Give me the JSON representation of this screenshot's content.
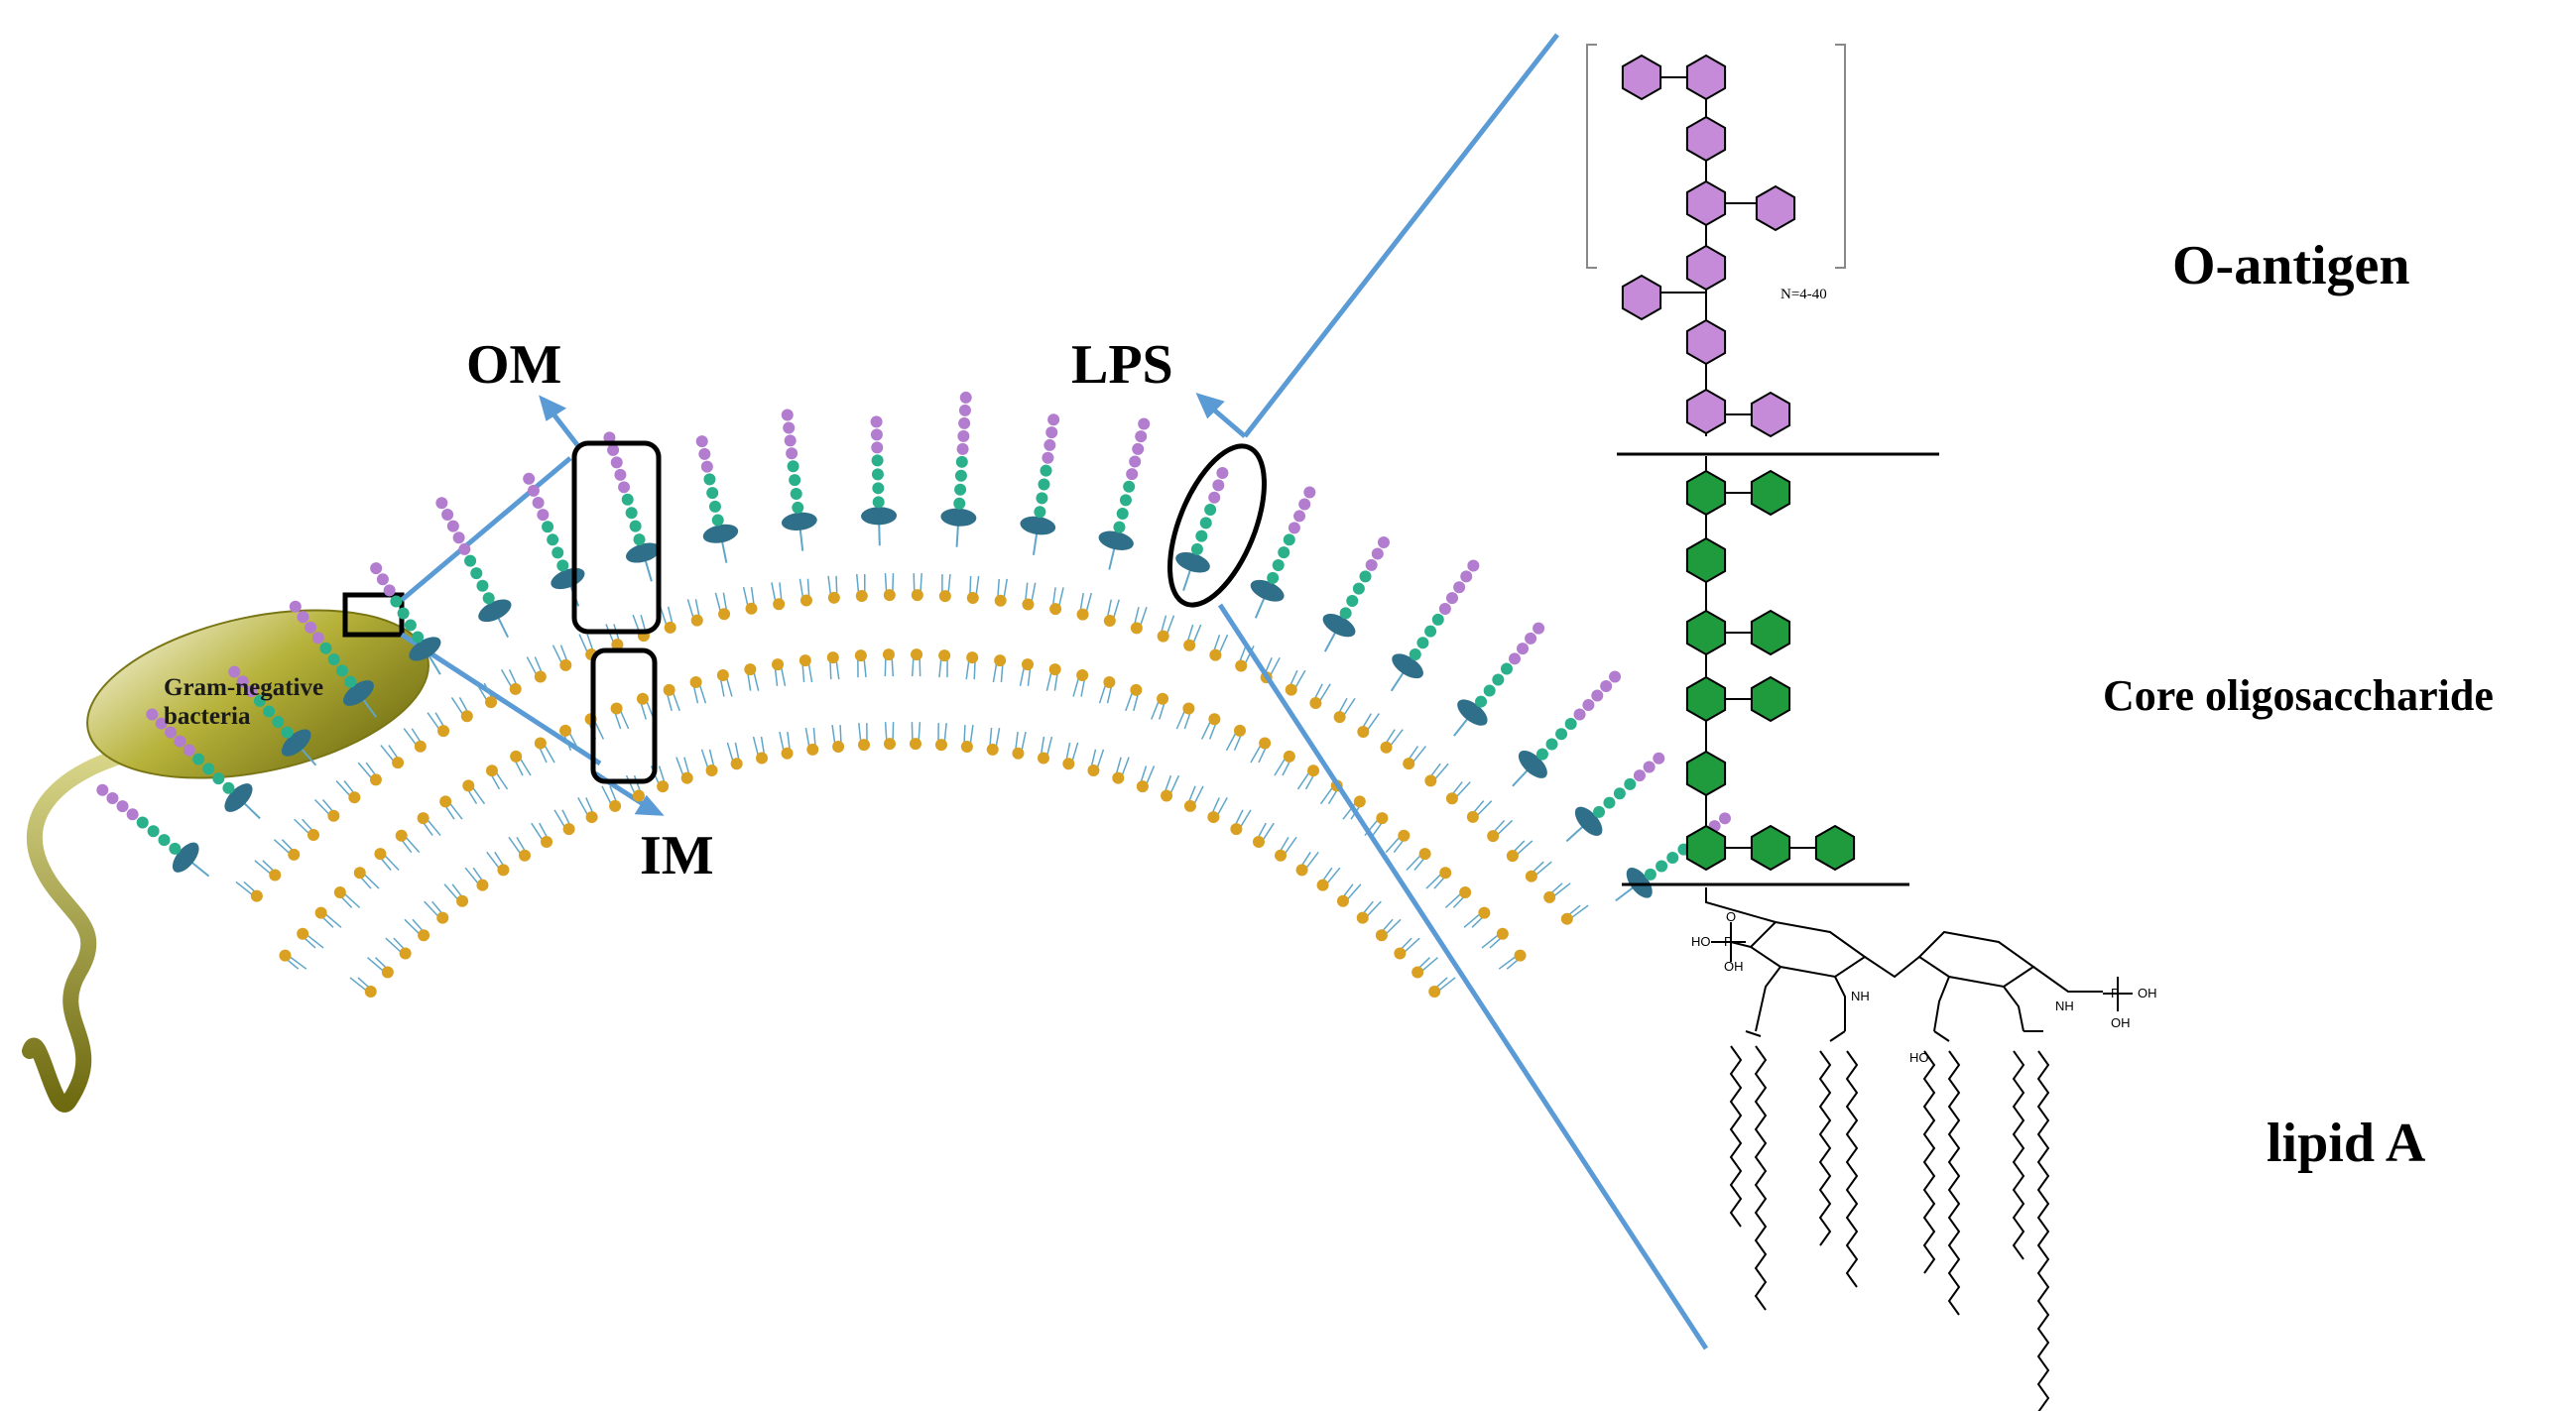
{
  "labels": {
    "om": "OM",
    "im": "IM",
    "lps": "LPS",
    "bacteria": "Gram-negative bacteria",
    "o_antigen": "O-antigen",
    "core": "Core oligosaccharide",
    "lipid_a": "lipid A",
    "repeat_n": "N=4-40"
  },
  "chem_labels": {
    "ho1": "HO",
    "p1": "P",
    "o_p1a": "O",
    "oh1": "OH",
    "nh1": "NH",
    "nh2": "NH",
    "p2": "P",
    "oh2a": "OH",
    "oh2b": "OH",
    "ho2": "HO"
  },
  "colors": {
    "o_antigen_sugar": "#c58ad8",
    "core_sugar": "#1f9a3c",
    "membrane_head_outer": "#2f6f8a",
    "phospholipid_head": "#d9a021",
    "lipid_tail": "#5fa6c9",
    "zoom_line": "#5b9bd5",
    "bacterium": "#8a8a1a",
    "lps_core_dots": "#2bb08c",
    "lps_antigen_dots": "#b27ccf"
  }
}
